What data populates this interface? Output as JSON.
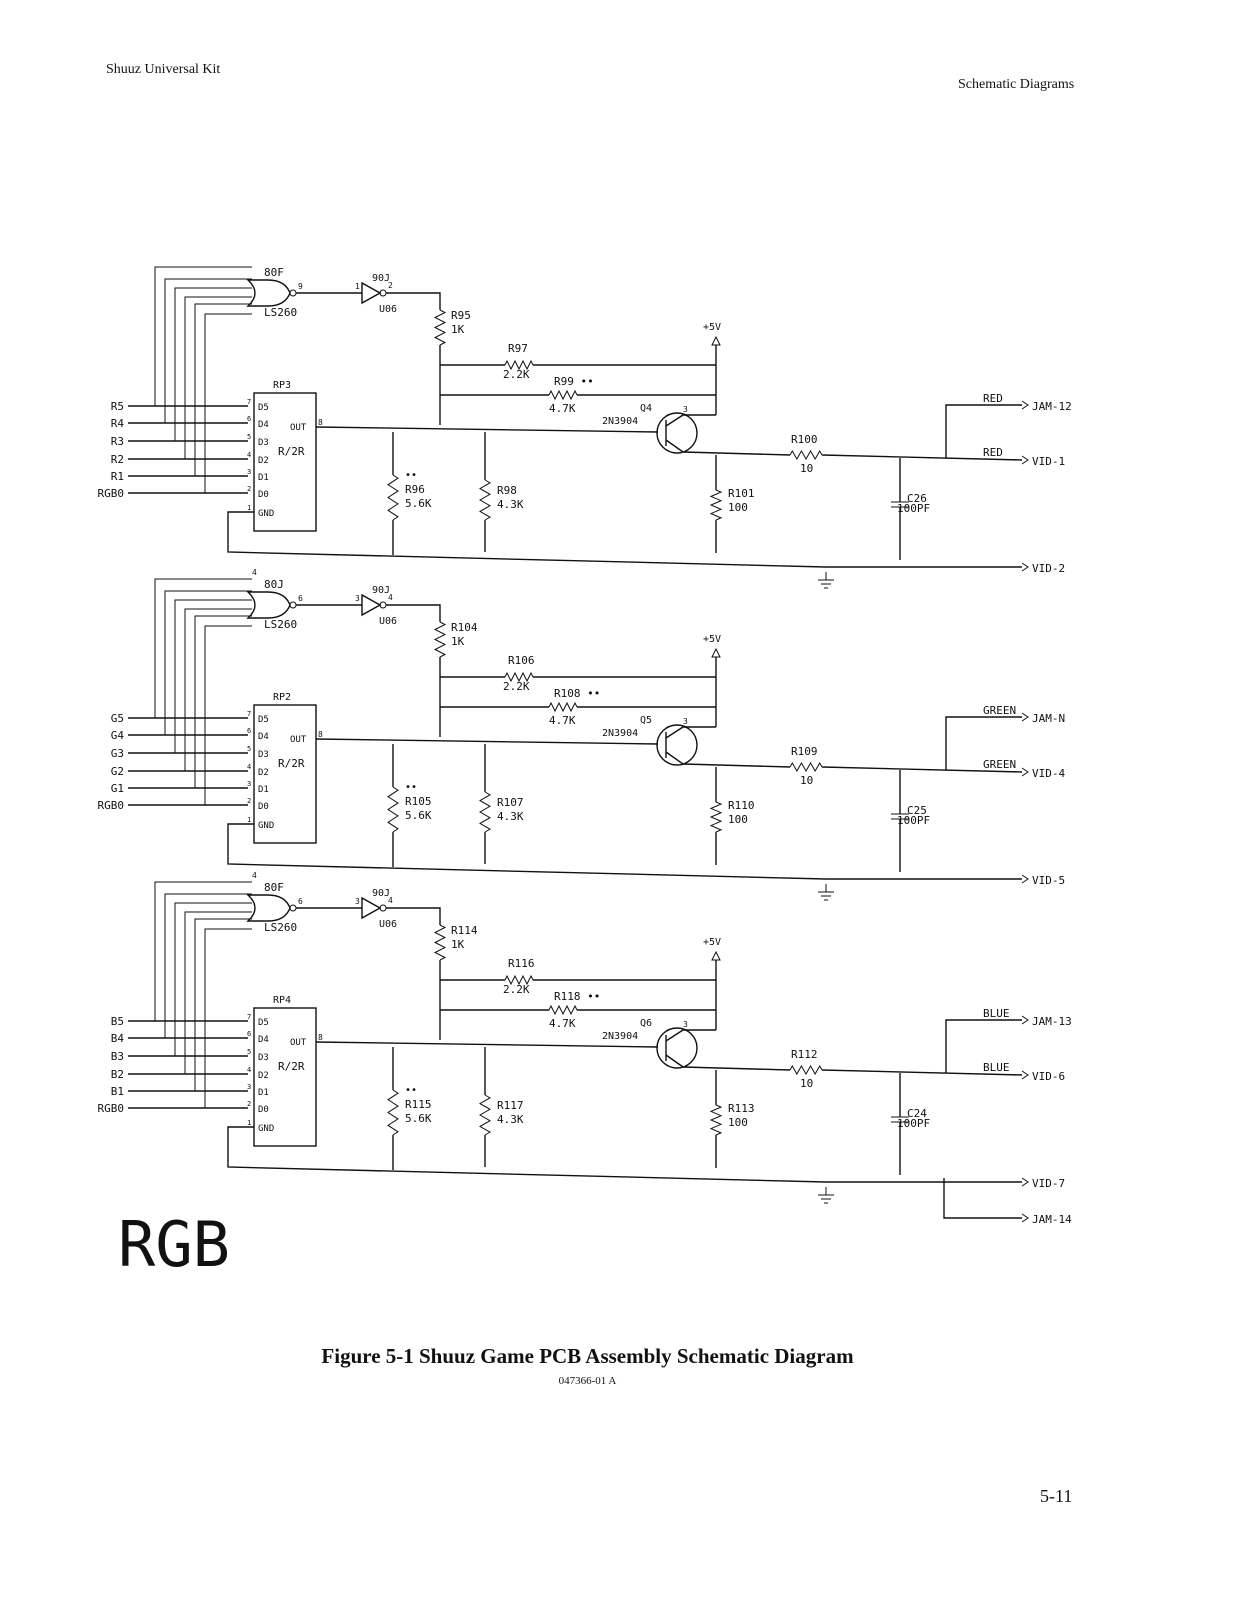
{
  "header": {
    "left": "Shuuz Universal Kit",
    "right": "Schematic Diagrams"
  },
  "sections": [
    {
      "id": "red",
      "inputs": [
        "R5",
        "R4",
        "R3",
        "R2",
        "R1",
        "RGB0"
      ],
      "gate_ref": "80F",
      "gate_type": "LS260",
      "gate_pin_out": "9",
      "inv_ref": "90J",
      "inv_unit": "U06",
      "inv_pin_in": "1",
      "inv_pin_out": "2",
      "rp_ref": "RP3",
      "rp_type": "R/2R",
      "rp_pins": [
        "D5",
        "D4",
        "D3",
        "D2",
        "D1",
        "D0",
        "GND"
      ],
      "rp_pin_nums": [
        "7",
        "6",
        "5",
        "4",
        "3",
        "2",
        "1"
      ],
      "rp_out_label": "OUT",
      "rp_out_pin": "8",
      "r_pull": {
        "ref": "R95",
        "val": "1K"
      },
      "supply": "+5V",
      "r_a": {
        "ref": "R97",
        "val": "2.2K"
      },
      "r_b": {
        "ref": "R99",
        "val": "4.7K",
        "mark": "••"
      },
      "r_c": {
        "ref": "R96",
        "val": "5.6K",
        "mark": "••"
      },
      "r_d": {
        "ref": "R98",
        "val": "4.3K"
      },
      "q": {
        "ref": "Q4",
        "type": "2N3904",
        "pin": "3"
      },
      "r_series": {
        "ref": "R100",
        "val": "10"
      },
      "r_emit": {
        "ref": "R101",
        "val": "100"
      },
      "cap": {
        "ref": "C26",
        "val": "100PF"
      },
      "out_label": "RED",
      "out_top": "JAM-12",
      "out_mid": "VID-1",
      "out_gnd": "VID-2"
    },
    {
      "id": "green",
      "inputs": [
        "G5",
        "G4",
        "G3",
        "G2",
        "G1",
        "RGB0"
      ],
      "gate_ref": "80J",
      "gate_type": "LS260",
      "gate_pin_out": "6",
      "gate_pin_top": "4",
      "inv_ref": "90J",
      "inv_unit": "U06",
      "inv_pin_in": "3",
      "inv_pin_out": "4",
      "rp_ref": "RP2",
      "rp_type": "R/2R",
      "rp_pins": [
        "D5",
        "D4",
        "D3",
        "D2",
        "D1",
        "D0",
        "GND"
      ],
      "rp_pin_nums": [
        "7",
        "6",
        "5",
        "4",
        "3",
        "2",
        "1"
      ],
      "rp_out_label": "OUT",
      "rp_out_pin": "8",
      "r_pull": {
        "ref": "R104",
        "val": "1K"
      },
      "supply": "+5V",
      "r_a": {
        "ref": "R106",
        "val": "2.2K"
      },
      "r_b": {
        "ref": "R108",
        "val": "4.7K",
        "mark": "••"
      },
      "r_c": {
        "ref": "R105",
        "val": "5.6K",
        "mark": "••"
      },
      "r_d": {
        "ref": "R107",
        "val": "4.3K"
      },
      "q": {
        "ref": "Q5",
        "type": "2N3904",
        "pin": "3"
      },
      "r_series": {
        "ref": "R109",
        "val": "10"
      },
      "r_emit": {
        "ref": "R110",
        "val": "100"
      },
      "cap": {
        "ref": "C25",
        "val": "100PF"
      },
      "out_label": "GREEN",
      "out_top": "JAM-N",
      "out_mid": "VID-4",
      "out_gnd": "VID-5"
    },
    {
      "id": "blue",
      "inputs": [
        "B5",
        "B4",
        "B3",
        "B2",
        "B1",
        "RGB0"
      ],
      "gate_ref": "80F",
      "gate_type": "LS260",
      "gate_pin_out": "6",
      "gate_pin_top": "4",
      "inv_ref": "90J",
      "inv_unit": "U06",
      "inv_pin_in": "3",
      "inv_pin_out": "4",
      "rp_ref": "RP4",
      "rp_type": "R/2R",
      "rp_pins": [
        "D5",
        "D4",
        "D3",
        "D2",
        "D1",
        "D0",
        "GND"
      ],
      "rp_pin_nums": [
        "7",
        "6",
        "5",
        "4",
        "3",
        "2",
        "1"
      ],
      "rp_out_label": "OUT",
      "rp_out_pin": "8",
      "r_pull": {
        "ref": "R114",
        "val": "1K"
      },
      "supply": "+5V",
      "r_a": {
        "ref": "R116",
        "val": "2.2K"
      },
      "r_b": {
        "ref": "R118",
        "val": "4.7K",
        "mark": "••"
      },
      "r_c": {
        "ref": "R115",
        "val": "5.6K",
        "mark": "••"
      },
      "r_d": {
        "ref": "R117",
        "val": "4.3K"
      },
      "q": {
        "ref": "Q6",
        "type": "2N3904",
        "pin": "3"
      },
      "r_series": {
        "ref": "R112",
        "val": "10"
      },
      "r_emit": {
        "ref": "R113",
        "val": "100"
      },
      "cap": {
        "ref": "C24",
        "val": "100PF"
      },
      "out_label": "BLUE",
      "out_top": "JAM-13",
      "out_mid": "VID-6",
      "out_gnd": "VID-7"
    }
  ],
  "extra_output": "JAM-14",
  "big_label": "RGB",
  "caption": "Figure 5-1  Shuuz Game PCB Assembly Schematic Diagram",
  "part_number": "047366-01  A",
  "page_number": "5-11"
}
